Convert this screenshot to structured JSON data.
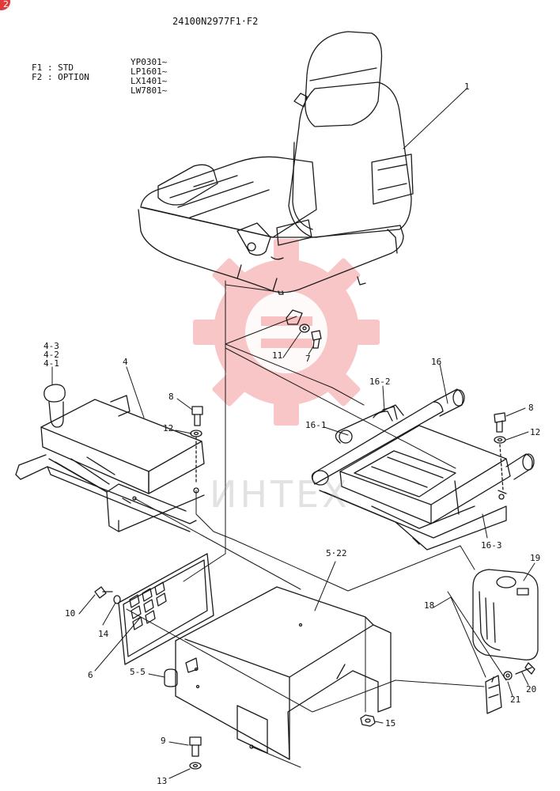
{
  "header": {
    "drawing_no": "24100N2977F1·F2",
    "variants": [
      "F1 : STD",
      "F2 : OPTION"
    ],
    "serials": [
      "YP0301~",
      "LP1601~",
      "LX1401~",
      "LW7801~"
    ]
  },
  "corner_badge": "2",
  "watermark": {
    "text": "ИНТЕХ",
    "color": "#f4a3a3"
  },
  "parts": [
    {
      "id": "p1",
      "label": "1"
    },
    {
      "id": "p4-3",
      "label": "4-3"
    },
    {
      "id": "p4-2",
      "label": "4-2"
    },
    {
      "id": "p4-1",
      "label": "4-1"
    },
    {
      "id": "p4",
      "label": "4"
    },
    {
      "id": "p8a",
      "label": "8"
    },
    {
      "id": "p12a",
      "label": "12"
    },
    {
      "id": "p11",
      "label": "11"
    },
    {
      "id": "p7",
      "label": "7"
    },
    {
      "id": "p16",
      "label": "16"
    },
    {
      "id": "p16-2",
      "label": "16-2"
    },
    {
      "id": "p16-1",
      "label": "16-1"
    },
    {
      "id": "p8b",
      "label": "8"
    },
    {
      "id": "p12b",
      "label": "12"
    },
    {
      "id": "p16-3",
      "label": "16-3"
    },
    {
      "id": "p5-22",
      "label": "5·22"
    },
    {
      "id": "p19",
      "label": "19"
    },
    {
      "id": "p18",
      "label": "18"
    },
    {
      "id": "p10",
      "label": "10"
    },
    {
      "id": "p14",
      "label": "14"
    },
    {
      "id": "p6",
      "label": "6"
    },
    {
      "id": "p5-5",
      "label": "5-5"
    },
    {
      "id": "p20",
      "label": "20"
    },
    {
      "id": "p21",
      "label": "21"
    },
    {
      "id": "p15",
      "label": "15"
    },
    {
      "id": "p9",
      "label": "9"
    },
    {
      "id": "p13",
      "label": "13"
    }
  ]
}
